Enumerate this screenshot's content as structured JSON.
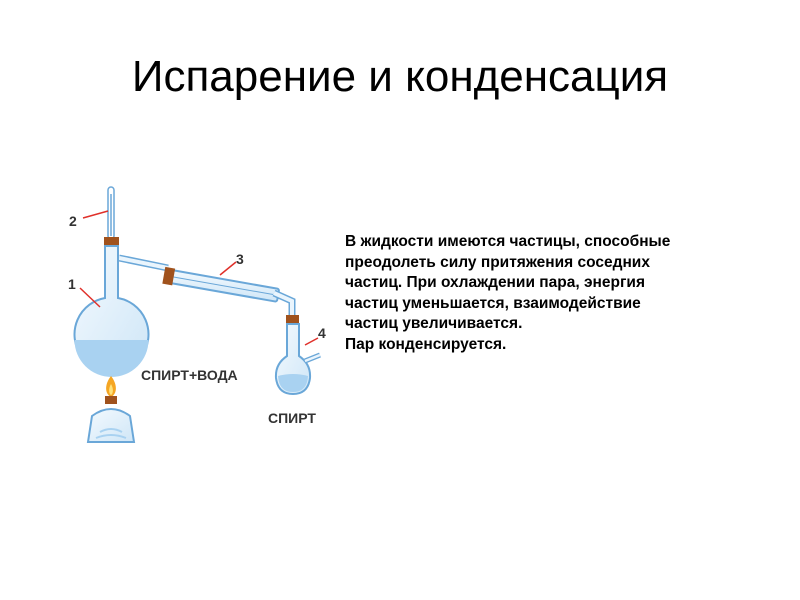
{
  "slide": {
    "title": "Испарение и конденсация"
  },
  "diagram": {
    "callouts": [
      "1",
      "2",
      "3",
      "4"
    ],
    "mixture_label": "СПИРТ+ВОДА",
    "product_label": "СПИРТ"
  },
  "description": {
    "lines": [
      "В жидкости имеются частицы, способные",
      "преодолеть силу притяжения соседних",
      "частиц. При охлаждении пара, энергия",
      "частиц уменьшается, взаимодействие",
      "частиц увеличивается.",
      "Пар конденсируется."
    ]
  },
  "colors": {
    "glass_outline": "#6aa7d8",
    "liquid": "#a9d2f1",
    "stopper": "#a0521d",
    "callout_line": "#e0302a",
    "flame": "#f5a623"
  }
}
